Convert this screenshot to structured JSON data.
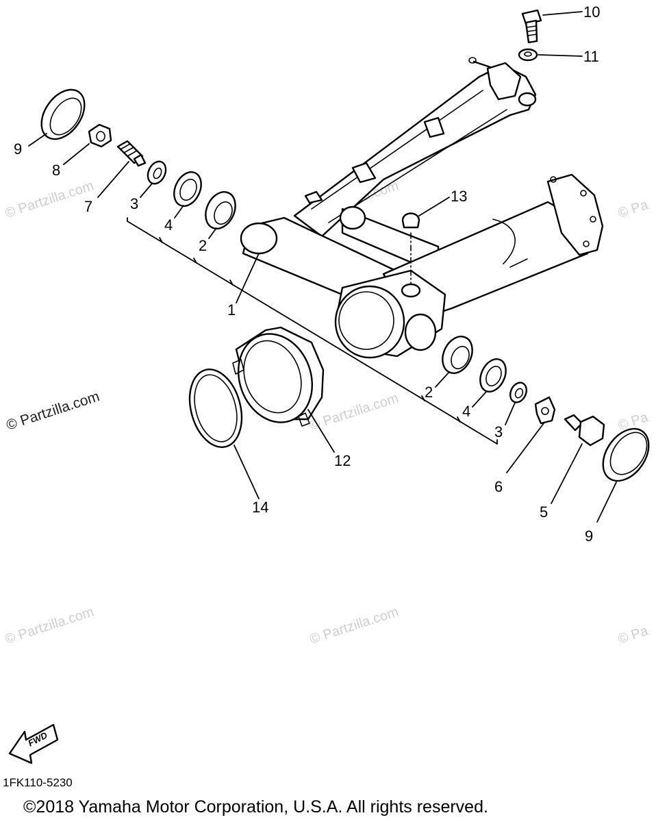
{
  "callouts": {
    "c1": "1",
    "c2a": "2",
    "c2b": "2",
    "c3a": "3",
    "c3b": "3",
    "c4a": "4",
    "c4b": "4",
    "c5": "5",
    "c6": "6",
    "c7": "7",
    "c8": "8",
    "c9a": "9",
    "c9b": "9",
    "c10": "10",
    "c11": "11",
    "c12": "12",
    "c13": "13",
    "c14": "14"
  },
  "watermark": {
    "text": "© Partzilla.com",
    "short": "© Pa"
  },
  "fwd_label": "FWD",
  "diagram_code": "1FK110-5230",
  "copyright": "©2018 Yamaha Motor Corporation, U.S.A. All rights reserved."
}
